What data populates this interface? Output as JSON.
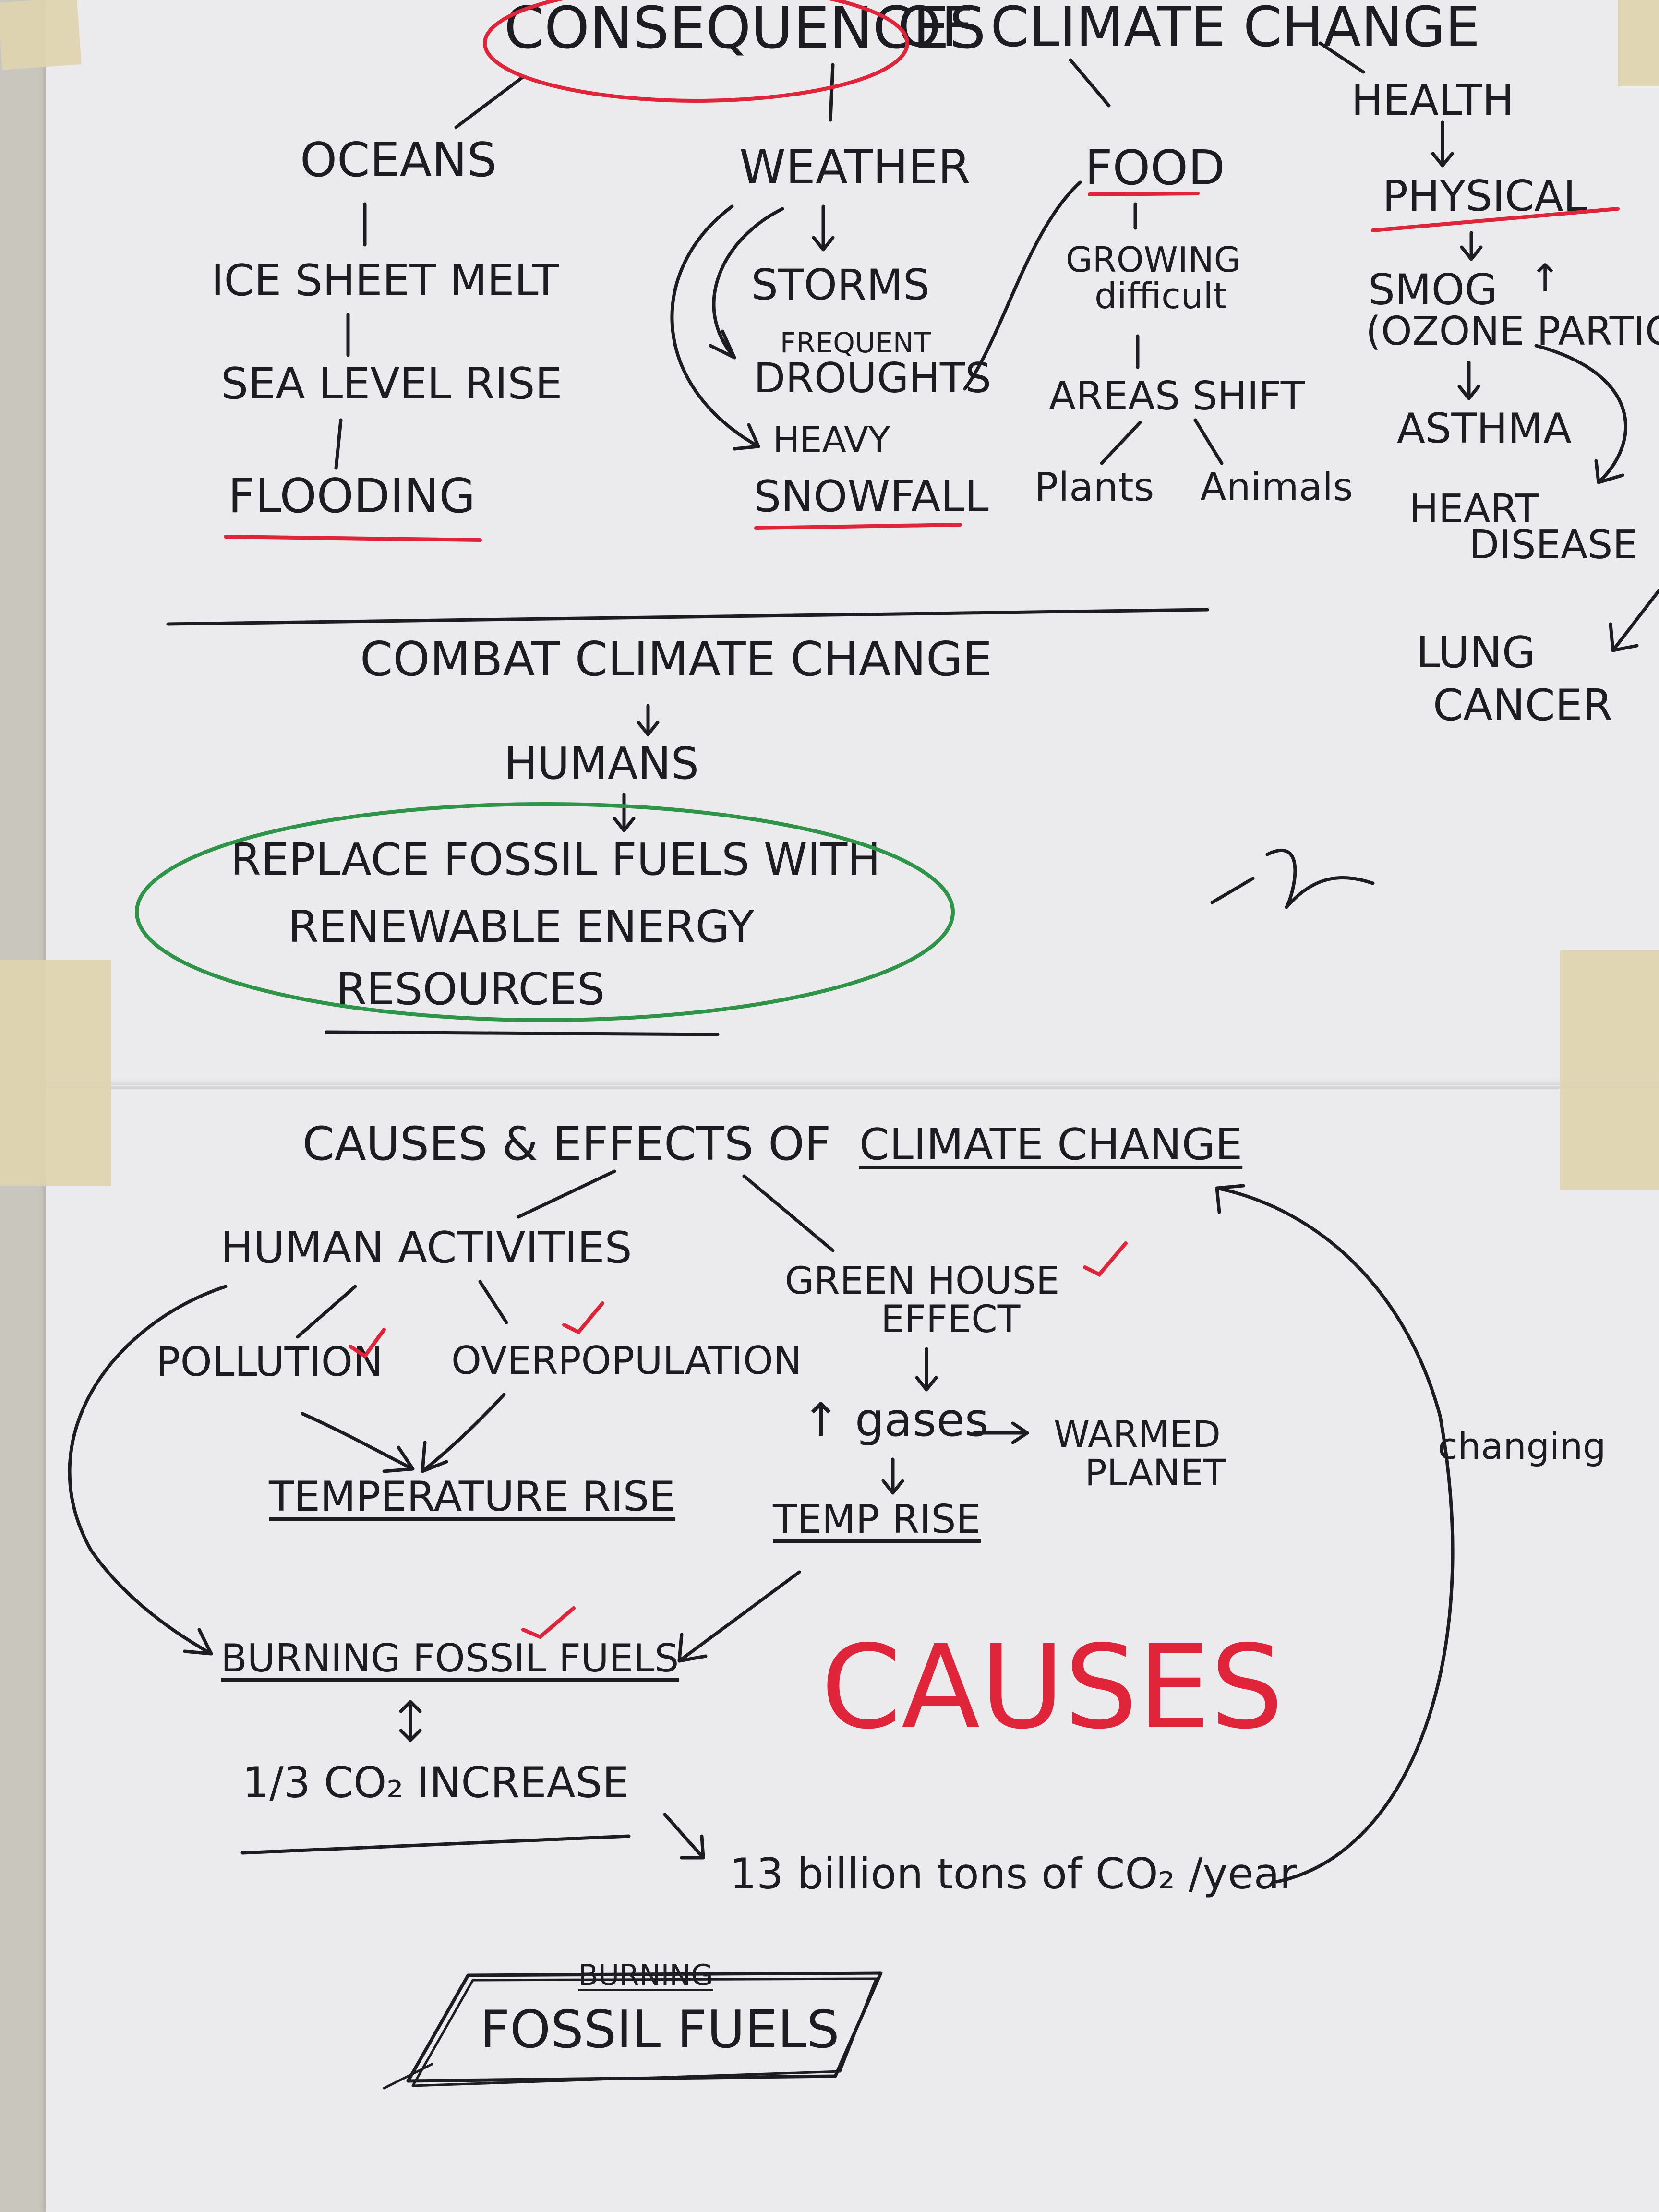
{
  "consequences": {
    "title_a": "CONSEQUENCES",
    "title_b": "OF CLIMATE CHANGE",
    "oceans": {
      "label": "OCEANS",
      "items": [
        "ICE SHEET MELT",
        "SEA LEVEL RISE",
        "FLOODING"
      ]
    },
    "weather": {
      "label": "WEATHER",
      "items": [
        "STORMS",
        "FREQUENT",
        "DROUGHTS",
        "HEAVY",
        "SNOWFALL"
      ]
    },
    "food": {
      "label": "FOOD",
      "items": [
        "GROWING",
        "difficult",
        "AREAS SHIFT",
        "Plants",
        "Animals"
      ]
    },
    "health": {
      "label": "HEALTH",
      "items": [
        "PHYSICAL",
        "SMOG",
        "↑",
        "(OZONE PARTIC",
        "ASTHMA",
        "HEART",
        "DISEASE",
        "LUNG",
        "CANCER"
      ]
    }
  },
  "combat": {
    "title": "COMBAT CLIMATE CHANGE",
    "humans": "HUMANS",
    "lines": [
      "REPLACE FOSSIL FUELS WITH",
      "RENEWABLE ENERGY",
      "RESOURCES"
    ]
  },
  "causes": {
    "title_a": "CAUSES & EFFECTS OF",
    "title_b": "CLIMATE CHANGE",
    "human_activities": "HUMAN ACTIVITIES",
    "pollution": "POLLUTION",
    "overpopulation": "OVERPOPULATION",
    "temperature_rise": "TEMPERATURE RISE",
    "greenhouse": [
      "GREEN HOUSE",
      "EFFECT"
    ],
    "gases": "↑ gases",
    "warmed": [
      "WARMED",
      "PLANET"
    ],
    "temp_rise": "TEMP RISE",
    "burning_fossil_fuels": "BURNING FOSSIL FUELS",
    "co2_increase": "1/3 CO₂ INCREASE",
    "billion": "13 billion tons of CO₂ /year",
    "changing": "changing",
    "big_causes": "CAUSES",
    "box_top": "BURNING",
    "box_main": "FOSSIL FUELS"
  },
  "colors": {
    "ink": "#1c1c22",
    "red": "#e0243a",
    "green": "#2e9448",
    "paper": "#ebebee"
  }
}
